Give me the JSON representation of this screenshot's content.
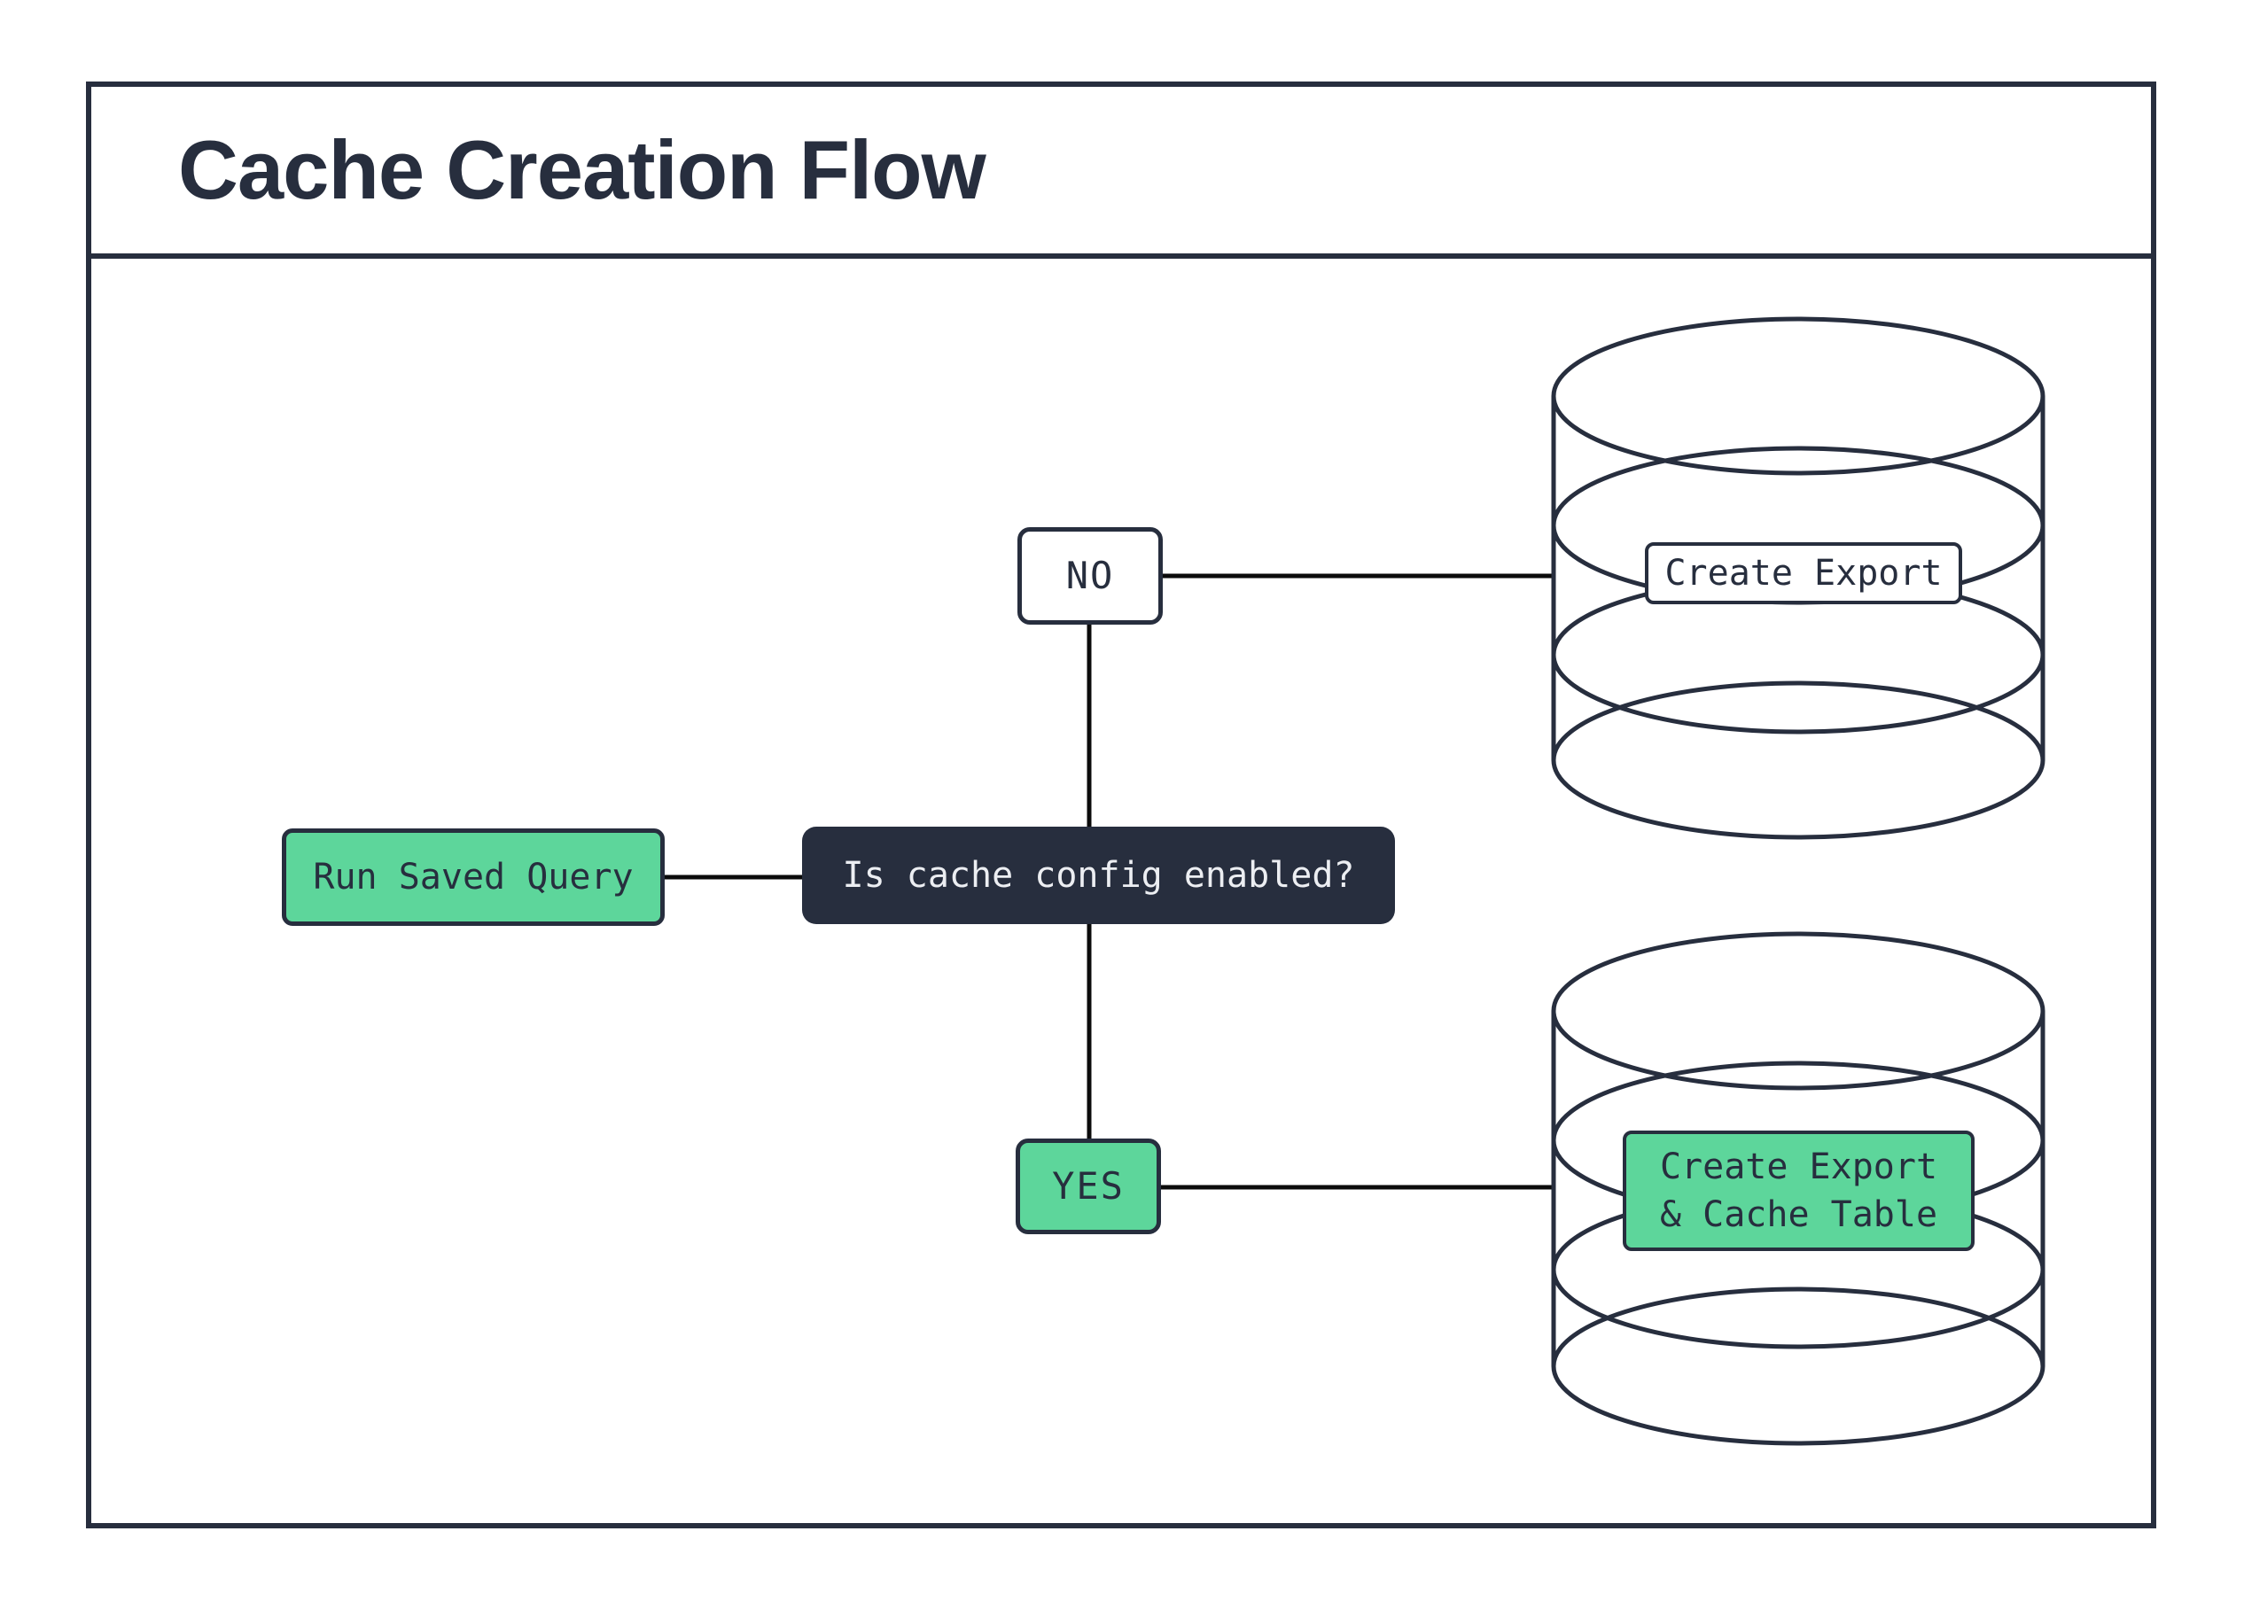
{
  "header": {
    "title": "Cache Creation Flow"
  },
  "flow": {
    "start": {
      "label": "Run Saved Query"
    },
    "decision": {
      "label": "Is cache config enabled?"
    },
    "branches": {
      "no": {
        "label": "NO",
        "result": {
          "label": "Create Export",
          "target": "database"
        }
      },
      "yes": {
        "label": "YES",
        "result": {
          "line1": "Create Export",
          "line2": "& Cache Table",
          "target": "database"
        }
      }
    }
  },
  "icons": {
    "no_branch_target": "database-icon",
    "yes_branch_target": "database-icon"
  },
  "colors": {
    "accent_green": "#5dd69b",
    "navy": "#272e3e",
    "connector_black": "#0b0b0b",
    "background": "#ffffff",
    "decision_text": "#eceef2"
  }
}
